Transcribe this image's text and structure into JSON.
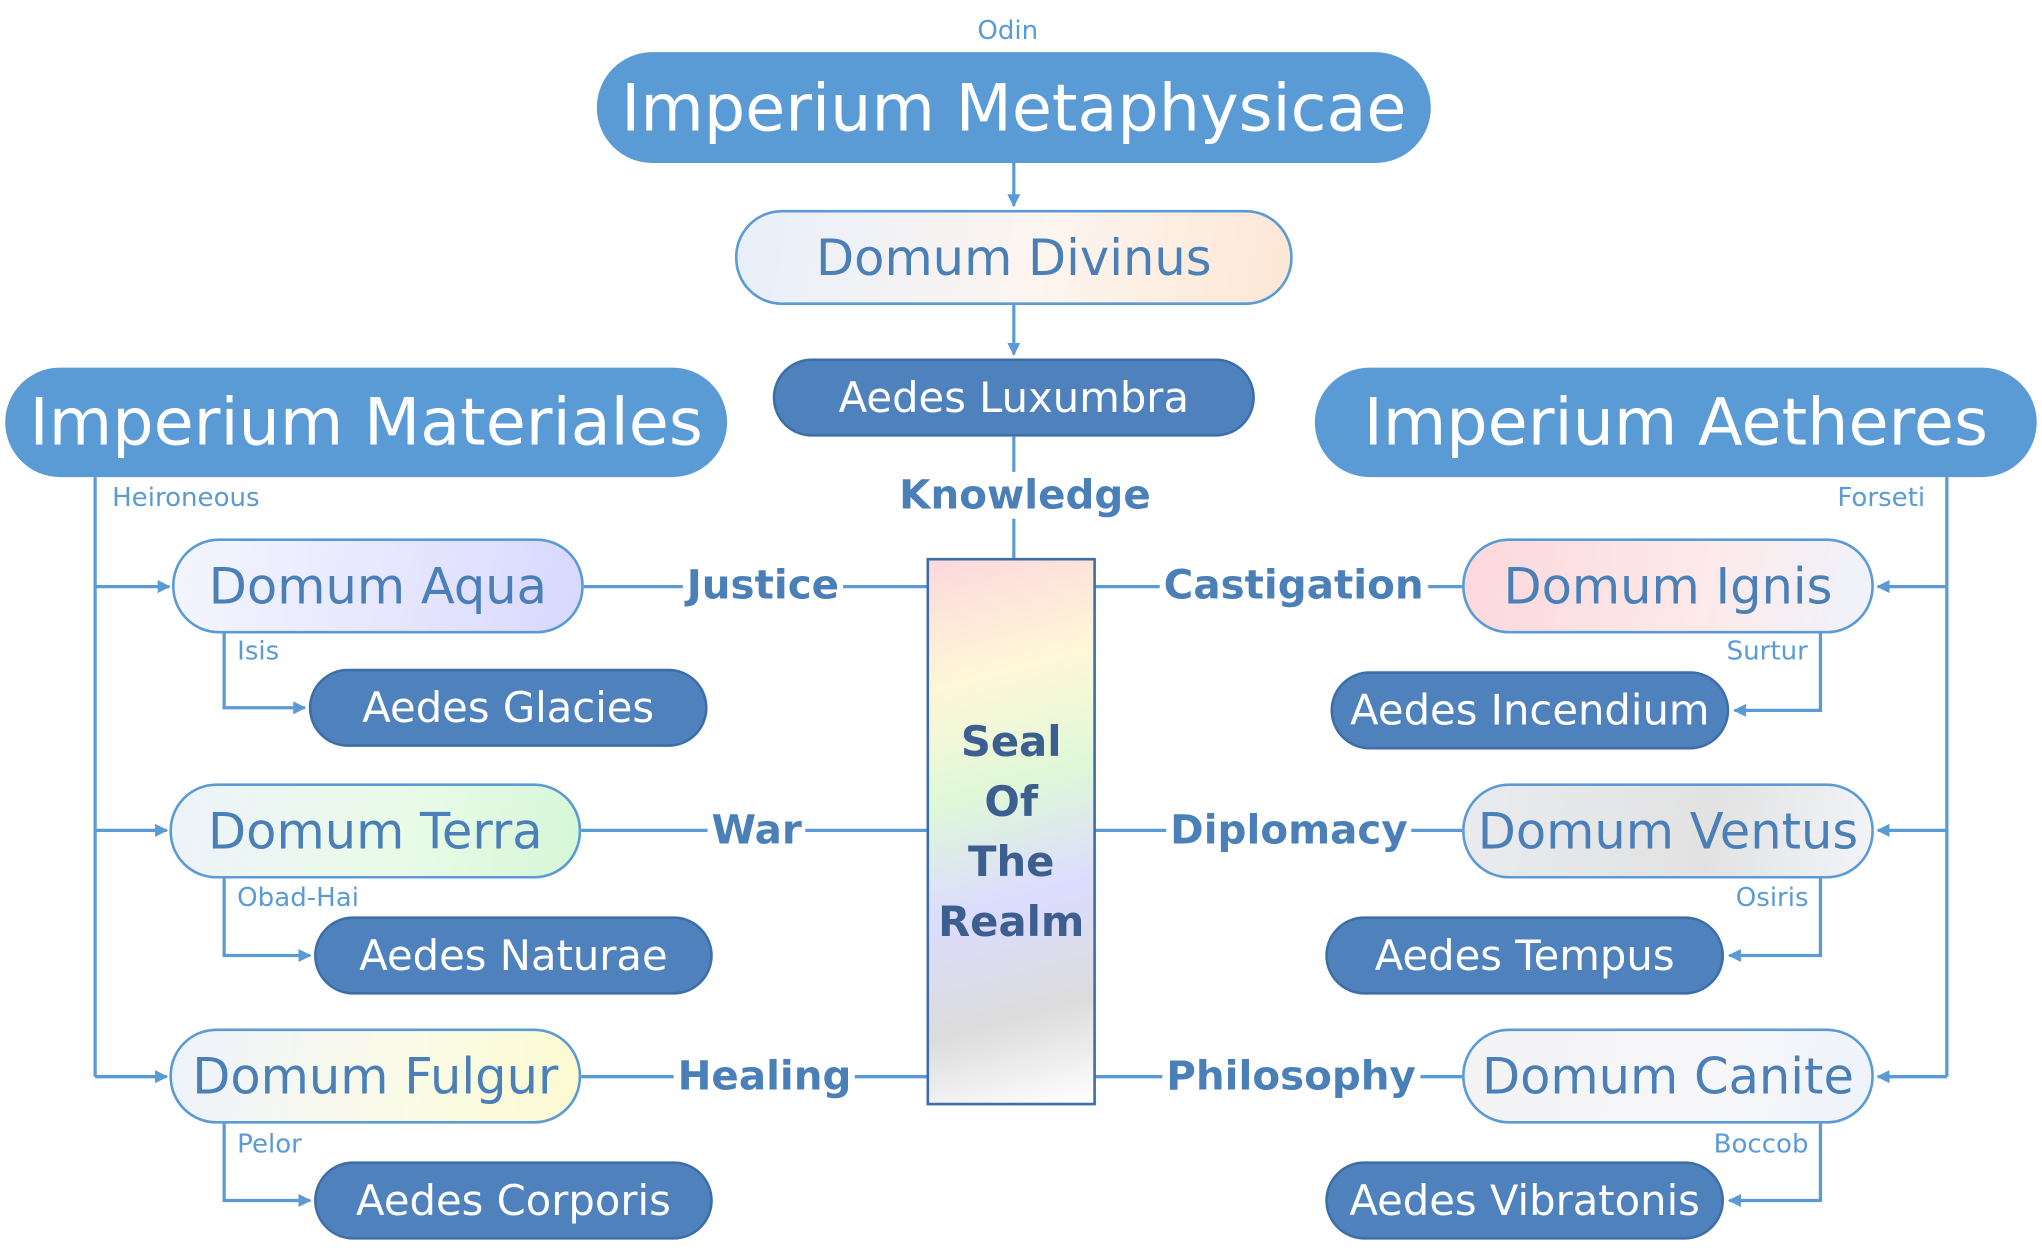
{
  "top": {
    "imperium": "Imperium Metaphysicae",
    "deity": "Odin",
    "domum": "Domum Divinus",
    "aedes": "Aedes Luxumbra",
    "link": "Knowledge"
  },
  "left": {
    "imperium": "Imperium Materiales",
    "deity": "Heironeous",
    "houses": [
      {
        "domum": "Domum Aqua",
        "deity": "Isis",
        "aedes": "Aedes Glacies",
        "link": "Justice"
      },
      {
        "domum": "Domum Terra",
        "deity": "Obad-Hai",
        "aedes": "Aedes Naturae",
        "link": "War"
      },
      {
        "domum": "Domum Fulgur",
        "deity": "Pelor",
        "aedes": "Aedes Corporis",
        "link": "Healing"
      }
    ]
  },
  "right": {
    "imperium": "Imperium Aetheres",
    "deity": "Forseti",
    "houses": [
      {
        "domum": "Domum Ignis",
        "deity": "Surtur",
        "aedes": "Aedes Incendium",
        "link": "Castigation"
      },
      {
        "domum": "Domum Ventus",
        "deity": "Osiris",
        "aedes": "Aedes Tempus",
        "link": "Diplomacy"
      },
      {
        "domum": "Domum Canite",
        "deity": "Boccob",
        "aedes": "Aedes Vibratonis",
        "link": "Philosophy"
      }
    ]
  },
  "seal": {
    "line1": "Seal",
    "line2": "Of",
    "line3": "The",
    "line4": "Realm"
  },
  "colors": {
    "imperium": "#5b9bd5",
    "aedes": "#4f81bd",
    "line": "#5b9bd5",
    "text": "#4a7fb8"
  }
}
